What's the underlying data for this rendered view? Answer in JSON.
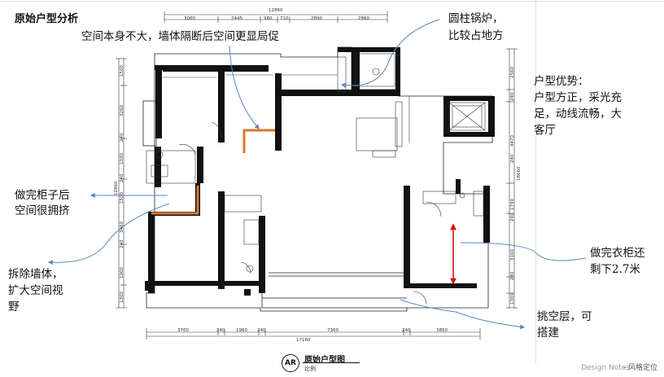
{
  "header": {
    "title": "原始户型分析"
  },
  "dimensions": {
    "top_total": "12860",
    "top_parts": [
      "3060",
      "2445",
      "980",
      "710",
      "2890",
      "2860"
    ],
    "bottom_total": "17160",
    "bottom_parts": [
      "3760",
      "240",
      "1960",
      "240",
      "7360",
      "240",
      "3860"
    ],
    "left": [
      "1500",
      "3260",
      "240",
      "1930",
      "240",
      "1500",
      "12860",
      "3460",
      "240",
      "1900",
      "1300"
    ],
    "right": [
      "2560",
      "240",
      "4470",
      "240",
      "18660",
      "1790",
      "240",
      "3160",
      "240",
      "1300"
    ]
  },
  "notes": {
    "top_room": "空间本身不大，墙体隔断后空间更显局促",
    "boiler": [
      "圆柱锅炉，",
      "比较占地方"
    ],
    "advantage": [
      "户型优势：",
      "户型方正，采光充",
      "足，动线流畅，大",
      "客厅"
    ],
    "cabinet": [
      "做完柜子后",
      "空间很拥挤"
    ],
    "demolish": [
      "拆除墙体，",
      "扩大空间视",
      "野"
    ],
    "wardrobe": [
      "做完衣柜还",
      "剩下2.7米"
    ],
    "loft": [
      "挑空层，可",
      "搭建"
    ]
  },
  "footer": {
    "badge": "AR",
    "title": "原始户型图",
    "subtitle": "比例"
  },
  "watermark": {
    "source": "Design Notes",
    "brand": "- 风格定位"
  },
  "colors": {
    "wall": "#111111",
    "annotation": "#5b87bf",
    "highlight": "#d9782c",
    "measure": "#d01818"
  }
}
